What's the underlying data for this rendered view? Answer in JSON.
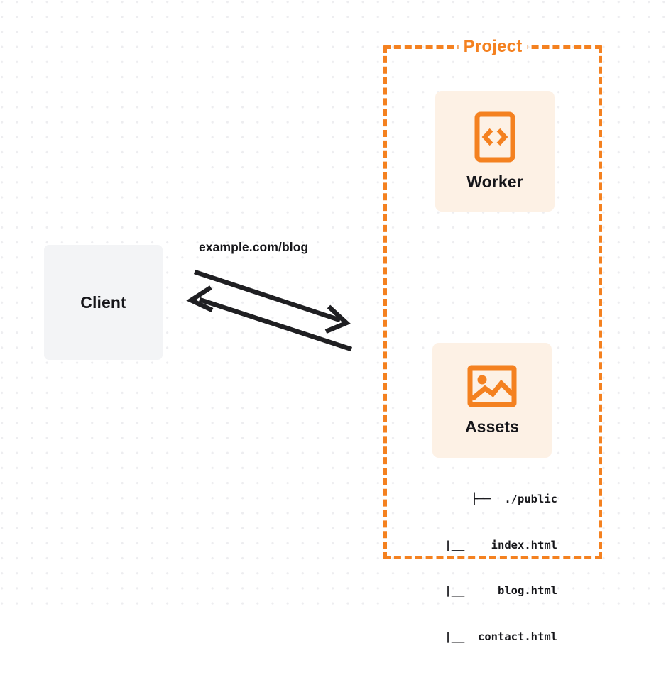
{
  "diagram": {
    "background": {
      "color": "#ffffff",
      "dot_color": "#ededf0",
      "pattern": "dot-grid"
    },
    "colors": {
      "accent_orange": "#f48120",
      "card_background": "#fdf1e5",
      "client_background": "#f3f4f6",
      "text_dark": "#16161a",
      "arrow": "#1f1f22"
    },
    "client": {
      "label": "Client"
    },
    "project": {
      "label": "Project",
      "border_style": "dashed",
      "border_color": "#f48120",
      "nodes": [
        {
          "id": "worker",
          "label": "Worker",
          "icon": "code-file-icon"
        },
        {
          "id": "assets",
          "label": "Assets",
          "icon": "image-icon"
        }
      ],
      "file_tree": {
        "rows": [
          "├──  ./public",
          "|__    index.html",
          "|__     blog.html",
          "|__  contact.html"
        ]
      }
    },
    "connection": {
      "label": "example.com/blog",
      "request_arrow": {
        "direction": "client-to-project",
        "arrowhead": "right"
      },
      "response_arrow": {
        "direction": "project-to-client",
        "arrowhead": "left"
      }
    }
  }
}
